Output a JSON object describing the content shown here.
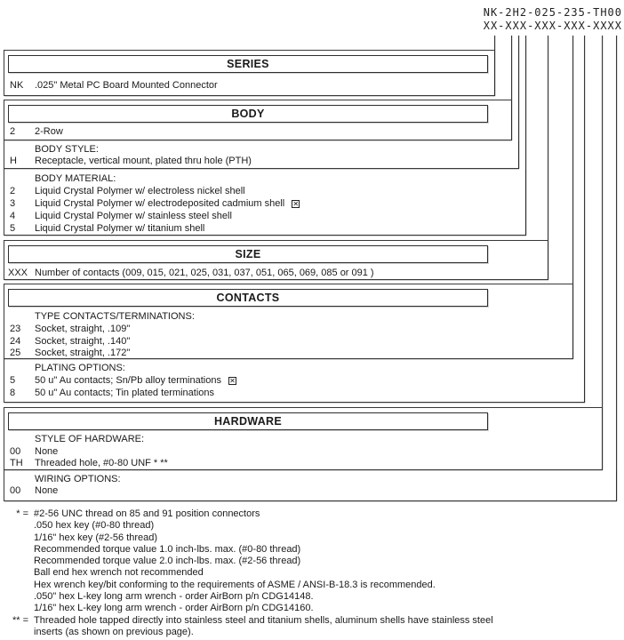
{
  "part_number": {
    "value": "NK-2H2-025-235-TH00",
    "mask": "XX-XXX-XXX-XXX-XXXX"
  },
  "icons": {
    "x_mark": "✕"
  },
  "sections": {
    "series": {
      "title": "SERIES",
      "rows": [
        {
          "code": "NK",
          "desc": ".025\" Metal PC Board Mounted Connector"
        }
      ]
    },
    "body": {
      "title": "BODY",
      "rows": [
        {
          "code": "2",
          "desc": "2-Row"
        }
      ]
    },
    "body_style": {
      "label": "BODY STYLE:",
      "rows": [
        {
          "code": "H",
          "desc": "Receptacle, vertical mount, plated thru hole (PTH)"
        }
      ]
    },
    "body_material": {
      "label": "BODY MATERIAL:",
      "rows": [
        {
          "code": "2",
          "desc": "Liquid Crystal Polymer w/ electroless nickel shell"
        },
        {
          "code": "3",
          "desc": "Liquid Crystal Polymer w/ electrodeposited cadmium shell",
          "flag": true
        },
        {
          "code": "4",
          "desc": "Liquid Crystal Polymer w/ stainless steel shell"
        },
        {
          "code": "5",
          "desc": "Liquid Crystal Polymer w/ titanium shell"
        }
      ]
    },
    "size": {
      "title": "SIZE",
      "rows": [
        {
          "code": "XXX",
          "desc": "Number of contacts (009, 015, 021, 025, 031, 037, 051, 065, 069, 085 or 091 )"
        }
      ]
    },
    "contacts": {
      "title": "CONTACTS",
      "label": "TYPE CONTACTS/TERMINATIONS:",
      "rows": [
        {
          "code": "23",
          "desc": "Socket, straight, .109\""
        },
        {
          "code": "24",
          "desc": "Socket, straight, .140\""
        },
        {
          "code": "25",
          "desc": "Socket, straight, .172\""
        }
      ]
    },
    "plating": {
      "label": "PLATING OPTIONS:",
      "rows": [
        {
          "code": "5",
          "desc": "50 u\" Au contacts; Sn/Pb alloy terminations",
          "flag": true
        },
        {
          "code": "8",
          "desc": "50 u\" Au contacts; Tin plated terminations"
        }
      ]
    },
    "hardware": {
      "title": "HARDWARE",
      "label": "STYLE OF HARDWARE:",
      "rows": [
        {
          "code": "00",
          "desc": "None"
        },
        {
          "code": "TH",
          "desc": "Threaded hole, #0-80 UNF * **"
        }
      ]
    },
    "wiring": {
      "label": "WIRING OPTIONS:",
      "rows": [
        {
          "code": "00",
          "desc": "None"
        }
      ]
    }
  },
  "footnotes": [
    {
      "marker": "* =",
      "text": "#2-56 UNC thread on 85 and 91 position connectors"
    },
    {
      "marker": "",
      "text": ".050 hex key (#0-80 thread)"
    },
    {
      "marker": "",
      "text": "1/16\" hex key (#2-56 thread)"
    },
    {
      "marker": "",
      "text": "Recommended torque value 1.0 inch-lbs. max. (#0-80 thread)"
    },
    {
      "marker": "",
      "text": "Recommended torque value 2.0 inch-lbs. max. (#2-56 thread)"
    },
    {
      "marker": "",
      "text": "Ball end hex wrench not recommended"
    },
    {
      "marker": "",
      "text": "Hex wrench key/bit conforming to the requirements of ASME / ANSI-B-18.3 is recommended."
    },
    {
      "marker": "",
      "text": ".050\" hex L-key long arm wrench - order AirBorn p/n CDG14148."
    },
    {
      "marker": "",
      "text": "1/16\" hex L-key long arm wrench - order AirBorn p/n CDG14160."
    },
    {
      "marker": "** =",
      "text": "Threaded hole tapped directly into stainless steel and titanium shells, aluminum shells have stainless steel"
    },
    {
      "marker": "",
      "text": "inserts (as shown on previous page)."
    }
  ]
}
